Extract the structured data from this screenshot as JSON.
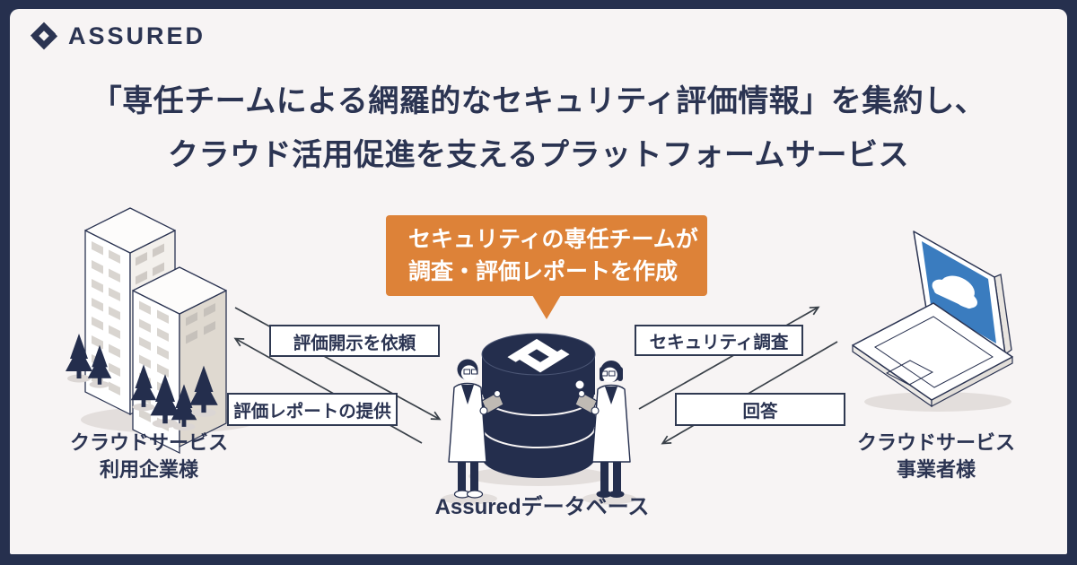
{
  "colors": {
    "frame": "#26304E",
    "paper": "#F7F4F4",
    "ink": "#2B3452",
    "navydark": "#242E4D",
    "accent": "#DD8238",
    "screenblue": "#3A7CBF",
    "arrow": "#3A4149",
    "shadow": "#E3DEDC"
  },
  "logo": {
    "text": "ASSURED"
  },
  "title": {
    "line1": "「専任チームによる網羅的なセキュリティ評価情報」を集約し、",
    "line2": "クラウド活用促進を支えるプラットフォームサービス"
  },
  "callout": {
    "line1": "セキュリティの専任チームが",
    "line2": "調査・評価レポートを作成"
  },
  "flows": {
    "request_disclosure": "評価開示を依頼",
    "provide_report": "評価レポートの提供",
    "security_survey": "セキュリティ調査",
    "answer": "回答"
  },
  "entities": {
    "client": {
      "line1": "クラウドサービス",
      "line2": "利用企業様"
    },
    "database": {
      "label": "Assuredデータベース"
    },
    "provider": {
      "line1": "クラウドサービス",
      "line2": "事業者様"
    }
  },
  "icons": {
    "logo_mark": "interlocking-chevron-diamond",
    "client": "isometric-office-building-with-trees",
    "database": "stacked-database-cylinder-with-logo",
    "staff": "two-analysts-in-lab-coats",
    "provider": "isometric-laptop-with-cloud-screen"
  }
}
